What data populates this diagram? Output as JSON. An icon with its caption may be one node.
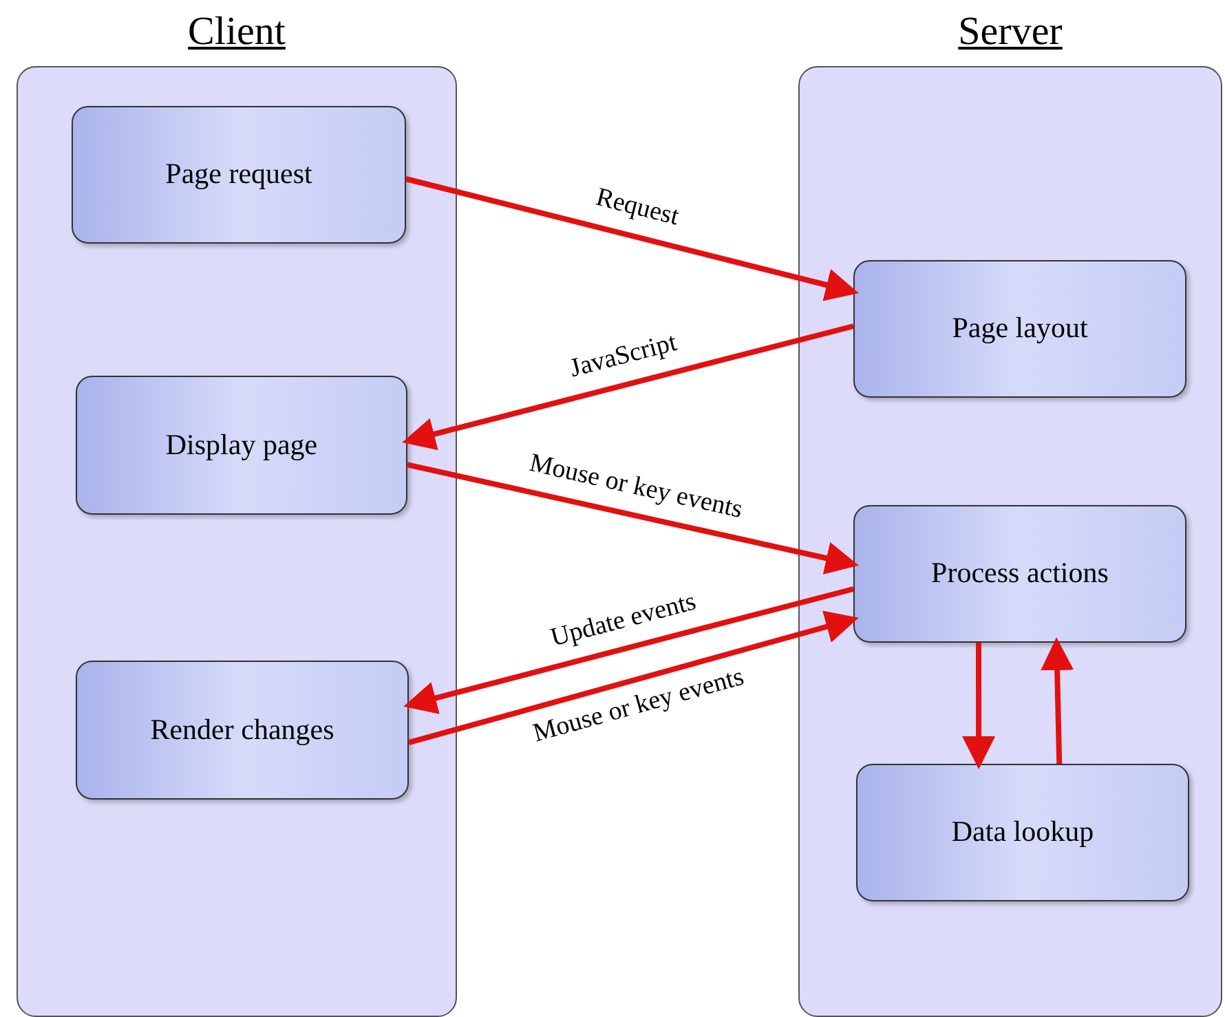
{
  "diagram": {
    "nodes": [
      {
        "text": [
          "Client"
        ]
      },
      {
        "text": [
          "Page request"
        ],
        "in": 0
      },
      {
        "text": [
          "Display page"
        ],
        "in": 0
      },
      {
        "text": [
          "Render changes"
        ],
        "in": 0
      },
      {
        "text": [
          "Server"
        ]
      },
      {
        "text": [
          "Page layout"
        ],
        "in": 4
      },
      {
        "text": [
          "Process actions"
        ],
        "in": 4
      },
      {
        "text": [
          "Data lookup"
        ],
        "in": 4
      }
    ],
    "edges": [
      {
        "from": 1,
        "to": 5,
        "arrow": "to",
        "label": "Request"
      },
      {
        "from": 5,
        "to": 2,
        "arrow": "to",
        "label": "JavaScript"
      },
      {
        "from": 2,
        "to": 6,
        "arrow": "to",
        "label": "Mouse or key events"
      },
      {
        "from": 6,
        "to": 3,
        "arrow": "to",
        "label": "Update events"
      },
      {
        "from": 3,
        "to": 6,
        "arrow": "to",
        "label": "Mouse or key events"
      },
      {
        "from": 6,
        "to": 7,
        "arrow": "to"
      },
      {
        "from": 7,
        "to": 6,
        "arrow": "to"
      }
    ]
  }
}
